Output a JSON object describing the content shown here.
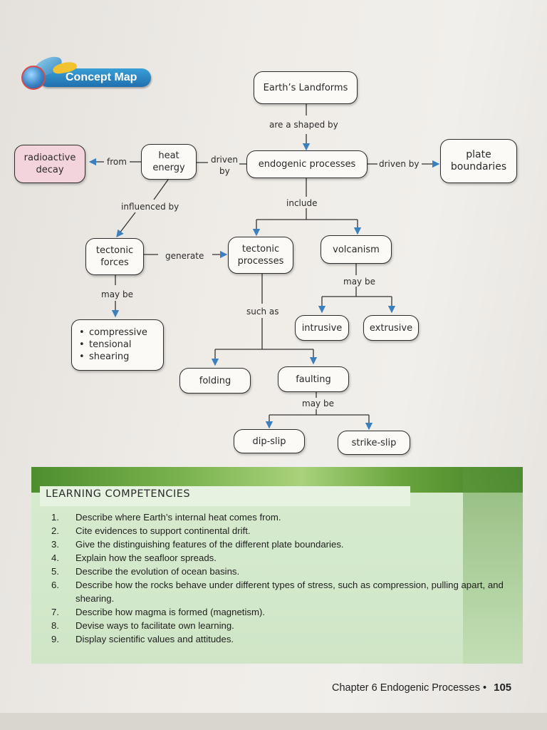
{
  "header": {
    "badge_label": "Concept Map"
  },
  "concept_map": {
    "nodes": {
      "earths_landforms": "Earth’s Landforms",
      "endogenic_processes": "endogenic processes",
      "heat_energy_1": "heat",
      "heat_energy_2": "energy",
      "radioactive_decay_1": "radioactive",
      "radioactive_decay_2": "decay",
      "plate_boundaries_1": "plate",
      "plate_boundaries_2": "boundaries",
      "tectonic_forces_1": "tectonic",
      "tectonic_forces_2": "forces",
      "tectonic_processes_1": "tectonic",
      "tectonic_processes_2": "processes",
      "volcanism": "volcanism",
      "intrusive": "intrusive",
      "extrusive": "extrusive",
      "folding": "folding",
      "faulting": "faulting",
      "dip_slip": "dip-slip",
      "strike_slip": "strike-slip",
      "stress_types": [
        "compressive",
        "tensional",
        "shearing"
      ]
    },
    "links": {
      "are_shaped_by": "are a shaped by",
      "driven_by_left_1": "driven",
      "driven_by_left_2": "by",
      "driven_by_right": "driven by",
      "from": "from",
      "influenced_by": "influenced by",
      "include": "include",
      "generate": "generate",
      "may_be_forces": "may be",
      "may_be_volcanism": "may be",
      "such_as": "such as",
      "may_be_faulting": "may be"
    }
  },
  "learning_competencies": {
    "title": "LEARNING COMPETENCIES",
    "items": [
      {
        "num": "1.",
        "text": "Describe where Earth’s internal heat comes from."
      },
      {
        "num": "2.",
        "text": "Cite evidences to support continental drift."
      },
      {
        "num": "3.",
        "text": "Give the distinguishing features of the different plate boundaries."
      },
      {
        "num": "4.",
        "text": "Explain how the seafloor spreads."
      },
      {
        "num": "5.",
        "text": "Describe the evolution of ocean basins."
      },
      {
        "num": "6.",
        "text": "Describe how the rocks behave under different types of stress, such as compression, pulling apart, and shearing."
      },
      {
        "num": "7.",
        "text": "Describe how magma is formed (magnetism)."
      },
      {
        "num": "8.",
        "text": "Devise ways to facilitate own learning."
      },
      {
        "num": "9.",
        "text": "Display scientific values and attitudes."
      }
    ]
  },
  "footer": {
    "chapter": "Chapter 6 Endogenic Processes",
    "separator": "•",
    "page_number": "105"
  }
}
